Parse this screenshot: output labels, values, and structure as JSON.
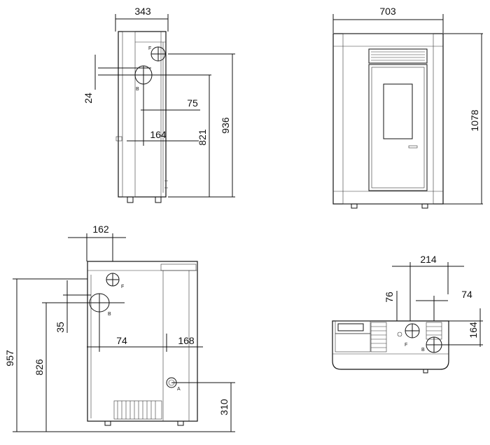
{
  "side_view": {
    "dim_width": "343",
    "dim_height_total": "936",
    "dim_height_b": "821",
    "dim_offset_f": "24",
    "dim_offset_b": "75",
    "dim_depth_b": "164",
    "label_f": "F",
    "label_b": "B"
  },
  "front_view": {
    "dim_width": "703",
    "dim_height": "1078"
  },
  "back_view": {
    "dim_top_f": "162",
    "dim_height_total": "957",
    "dim_height_b": "826",
    "dim_offset_b": "35",
    "dim_h_74": "74",
    "dim_h_168": "168",
    "dim_height_a": "310",
    "label_f": "F",
    "label_b": "B",
    "label_a": "A"
  },
  "top_view": {
    "dim_214": "214",
    "dim_76": "76",
    "dim_74": "74",
    "dim_164": "164",
    "label_f": "F",
    "label_b": "B"
  }
}
